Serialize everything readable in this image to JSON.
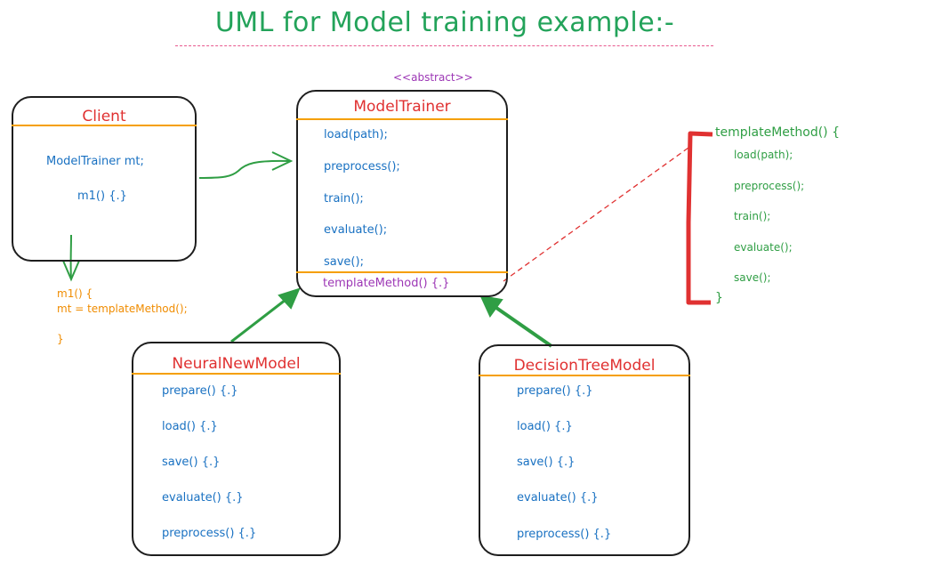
{
  "title": "UML for Model training example:-",
  "client": {
    "name": "Client",
    "fields": [
      "ModelTrainer mt;",
      "m1() {.}"
    ]
  },
  "client_note": {
    "lines": [
      "m1() {",
      "mt = templateMethod();",
      "}"
    ]
  },
  "model_trainer": {
    "stereotype": "<<abstract>>",
    "name": "ModelTrainer",
    "methods": [
      "load(path);",
      "preprocess();",
      "train();",
      "evaluate();",
      "save();"
    ],
    "template_method": "templateMethod() {.}"
  },
  "template_note": {
    "header": "templateMethod() {",
    "lines": [
      "load(path);",
      "preprocess();",
      "train();",
      "evaluate();",
      "save();"
    ],
    "footer": "}"
  },
  "neural": {
    "name": "NeuralNewModel",
    "methods": [
      "prepare() {.}",
      "load() {.}",
      "save() {.}",
      "evaluate() {.}",
      "preprocess() {.}"
    ]
  },
  "decision": {
    "name": "DecisionTreeModel",
    "methods": [
      "prepare() {.}",
      "load() {.}",
      "save() {.}",
      "evaluate() {.}",
      "preprocess() {.}"
    ]
  },
  "colors": {
    "title": "#23a35a",
    "class_name": "#e03131",
    "method": "#1971c2",
    "divider": "#f59f00",
    "template_method": "#9c36b5",
    "arrow": "#2f9e44",
    "bracket": "#e03131",
    "connector": "#e03131"
  }
}
